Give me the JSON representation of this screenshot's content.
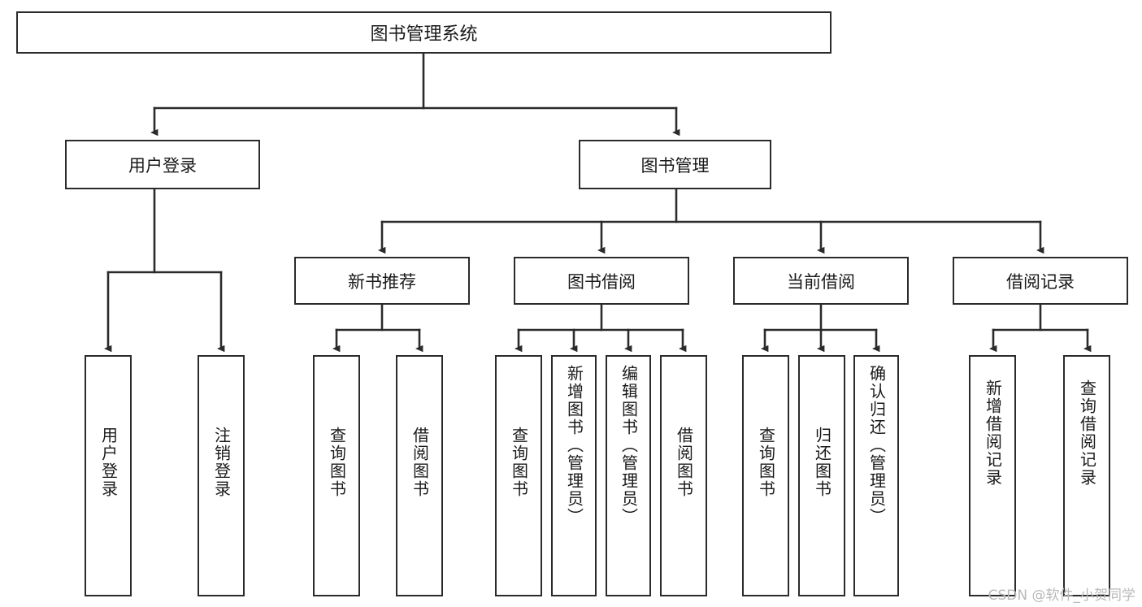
{
  "diagram": {
    "title": "图书管理系统",
    "type": "function-structure-tree",
    "watermark": "CSDN @软件_小贺同学",
    "colors": {
      "border": "#2b2b2b",
      "edge": "#2b2b2b",
      "background": "#ffffff",
      "text": "#1a1a1a",
      "watermark": "#b9b9b9"
    },
    "levels": {
      "root": {
        "label": "图书管理系统"
      },
      "level2": [
        {
          "id": "user-login",
          "label": "用户登录"
        },
        {
          "id": "book-management",
          "label": "图书管理"
        }
      ],
      "level3": [
        {
          "id": "new-book-recommend",
          "label": "新书推荐",
          "parent": "book-management"
        },
        {
          "id": "book-borrow",
          "label": "图书借阅",
          "parent": "book-management"
        },
        {
          "id": "current-borrow",
          "label": "当前借阅",
          "parent": "book-management"
        },
        {
          "id": "borrow-record",
          "label": "借阅记录",
          "parent": "book-management"
        }
      ],
      "leaves": [
        {
          "id": "leaf-user-login",
          "label": "用户登录",
          "parent": "user-login"
        },
        {
          "id": "leaf-logout",
          "label": "注销登录",
          "parent": "user-login"
        },
        {
          "id": "leaf-query-book-1",
          "label": "查询图书",
          "parent": "new-book-recommend"
        },
        {
          "id": "leaf-borrow-book-1",
          "label": "借阅图书",
          "parent": "new-book-recommend"
        },
        {
          "id": "leaf-query-book-2",
          "label": "查询图书",
          "parent": "book-borrow"
        },
        {
          "id": "leaf-add-book",
          "label": "新增图书（管理员）",
          "parent": "book-borrow"
        },
        {
          "id": "leaf-edit-book",
          "label": "编辑图书（管理员）",
          "parent": "book-borrow"
        },
        {
          "id": "leaf-borrow-book-2",
          "label": "借阅图书",
          "parent": "book-borrow"
        },
        {
          "id": "leaf-query-book-3",
          "label": "查询图书",
          "parent": "current-borrow"
        },
        {
          "id": "leaf-return-book",
          "label": "归还图书",
          "parent": "current-borrow"
        },
        {
          "id": "leaf-confirm-return",
          "label": "确认归还（管理员）",
          "parent": "current-borrow"
        },
        {
          "id": "leaf-add-record",
          "label": "新增借阅记录",
          "parent": "borrow-record"
        },
        {
          "id": "leaf-query-record",
          "label": "查询借阅记录",
          "parent": "borrow-record"
        }
      ]
    }
  }
}
